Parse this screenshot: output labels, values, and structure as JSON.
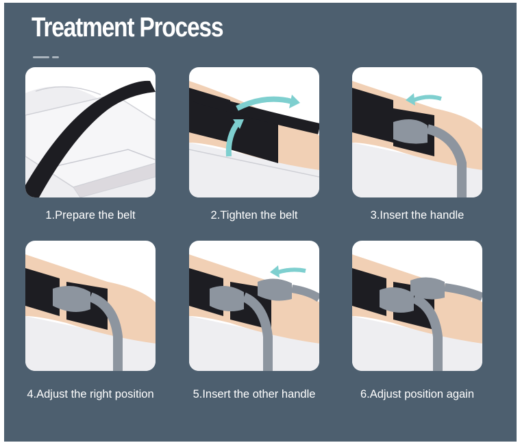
{
  "title": "Treatment Process",
  "colors": {
    "background": "#4d5f6f",
    "card": "#ffffff",
    "arrow": "#7ecfcf",
    "belt": "#1d1d22",
    "skin": "#f1d0b5",
    "handle": "#8d959f"
  },
  "steps": [
    {
      "caption": "1.Prepare the belt"
    },
    {
      "caption": "2.Tighten the belt"
    },
    {
      "caption": "3.Insert the handle"
    },
    {
      "caption": "4.Adjust the right position"
    },
    {
      "caption": "5.Insert the other handle"
    },
    {
      "caption": "6.Adjust position again"
    }
  ]
}
